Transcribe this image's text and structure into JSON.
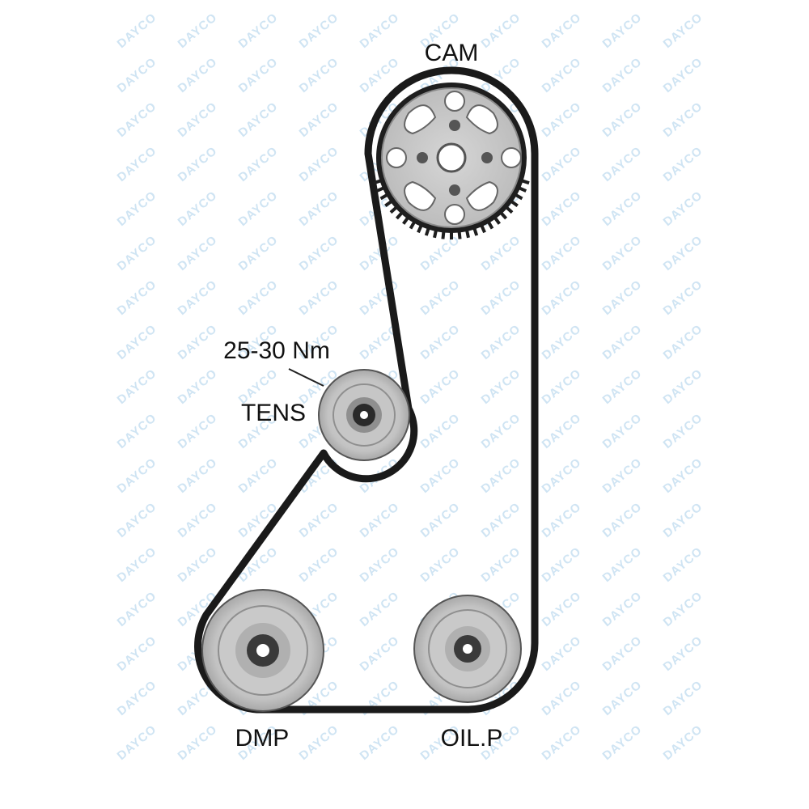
{
  "watermark": {
    "text": "DAYCO",
    "color": "#cfe4f3"
  },
  "labels": {
    "cam": "CAM",
    "torque": "25-30 Nm",
    "tens": "TENS",
    "dmp": "DMP",
    "oilp": "OIL.P"
  },
  "colors": {
    "belt": "#1a1a1a",
    "pulley_light": "#d9d9d9",
    "pulley_mid": "#b3b3b3",
    "pulley_dark": "#6f6f6f",
    "hub_dark": "#3a3a3a",
    "label": "#111111"
  }
}
